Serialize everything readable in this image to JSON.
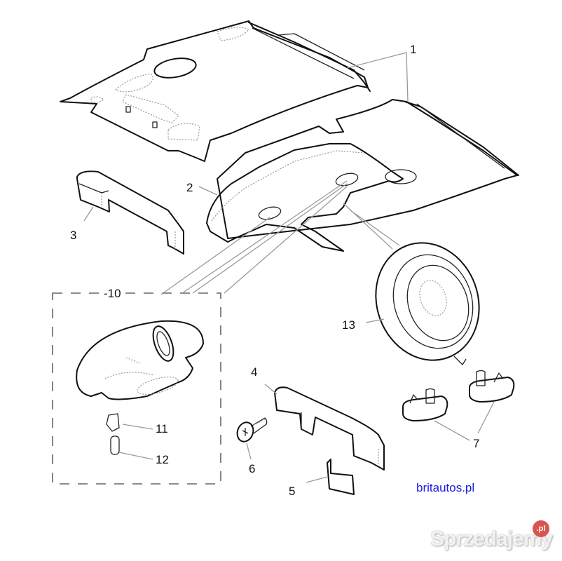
{
  "diagram": {
    "title": "Headlining and interior fittings exploded parts diagram",
    "parts": [
      {
        "callout": "1",
        "name": "headlining (two variants)"
      },
      {
        "callout": "2",
        "name": "headlining overlay panel"
      },
      {
        "callout": "3",
        "name": "grab handle"
      },
      {
        "callout": "4",
        "name": "grab handle"
      },
      {
        "callout": "5",
        "name": "handle end cover"
      },
      {
        "callout": "6",
        "name": "screw"
      },
      {
        "callout": "7",
        "name": "sun visor clips"
      },
      {
        "callout": "-10",
        "name": "interior lamp assembly"
      },
      {
        "callout": "11",
        "name": "bulb holder"
      },
      {
        "callout": "12",
        "name": "bulb"
      },
      {
        "callout": "13",
        "name": "clock"
      }
    ],
    "labels": {
      "l1": "1",
      "l2": "2",
      "l3": "3",
      "l4": "4",
      "l5": "5",
      "l6": "6",
      "l7": "7",
      "l10": "-10",
      "l11": "11",
      "l12": "12",
      "l13": "13"
    }
  },
  "branding": {
    "source_text": "britautos.pl",
    "source_color": "#1a1ae6",
    "watermark_text": "Sprzedajemy",
    "watermark_badge": ".pl",
    "watermark_badge_color": "#d9534f"
  }
}
